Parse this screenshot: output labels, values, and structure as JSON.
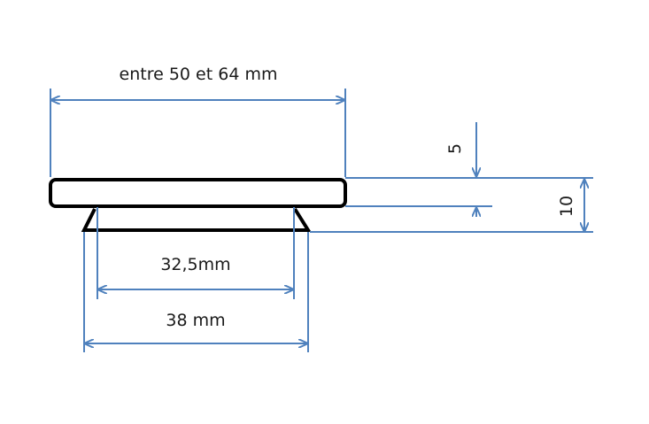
{
  "colors": {
    "dimension_lines": "#4f81bd",
    "part_outline": "#000000",
    "label_text": "#1a1a1a"
  },
  "labels": {
    "top_width": "entre 50 et 64 mm",
    "inner_width": "32,5mm",
    "outer_width": "38 mm",
    "plate_thickness": "5",
    "total_height": "10"
  }
}
